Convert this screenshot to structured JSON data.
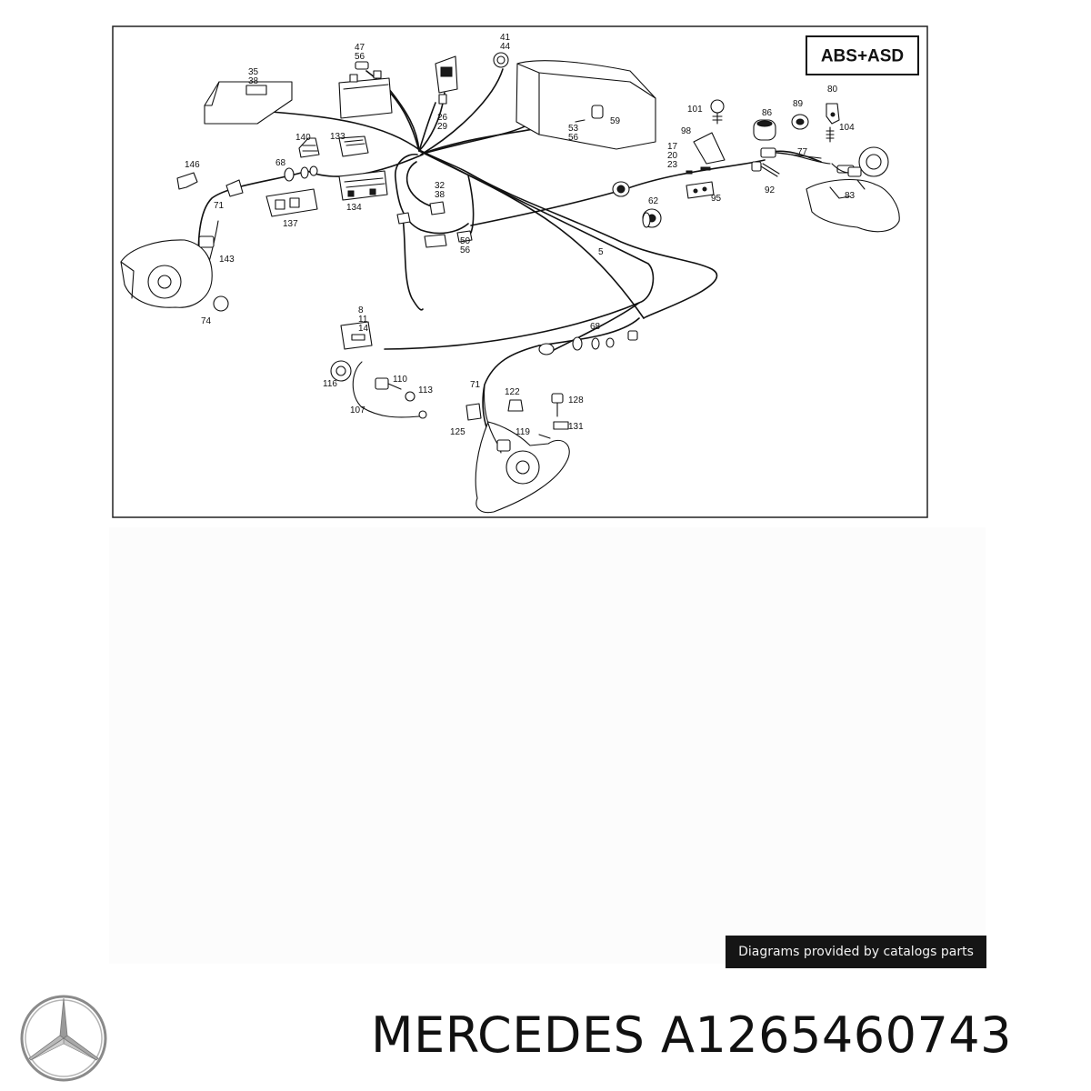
{
  "diagram": {
    "badge": "ABS+ASD",
    "callouts": [
      {
        "id": "35",
        "text": "35"
      },
      {
        "id": "38a",
        "text": "38"
      },
      {
        "id": "47",
        "text": "47"
      },
      {
        "id": "56a",
        "text": "56"
      },
      {
        "id": "41",
        "text": "41"
      },
      {
        "id": "44",
        "text": "44"
      },
      {
        "id": "26",
        "text": "26"
      },
      {
        "id": "29",
        "text": "29"
      },
      {
        "id": "53",
        "text": "53"
      },
      {
        "id": "56b",
        "text": "56"
      },
      {
        "id": "59",
        "text": "59"
      },
      {
        "id": "101",
        "text": "101"
      },
      {
        "id": "86",
        "text": "86"
      },
      {
        "id": "89",
        "text": "89"
      },
      {
        "id": "80",
        "text": "80"
      },
      {
        "id": "104",
        "text": "104"
      },
      {
        "id": "140",
        "text": "140"
      },
      {
        "id": "133",
        "text": "133"
      },
      {
        "id": "146",
        "text": "146"
      },
      {
        "id": "68a",
        "text": "68"
      },
      {
        "id": "98",
        "text": "98"
      },
      {
        "id": "17",
        "text": "17"
      },
      {
        "id": "20",
        "text": "20"
      },
      {
        "id": "23",
        "text": "23"
      },
      {
        "id": "77",
        "text": "77"
      },
      {
        "id": "32",
        "text": "32"
      },
      {
        "id": "38b",
        "text": "38"
      },
      {
        "id": "71a",
        "text": "71"
      },
      {
        "id": "137",
        "text": "137"
      },
      {
        "id": "134",
        "text": "134"
      },
      {
        "id": "62",
        "text": "62"
      },
      {
        "id": "95",
        "text": "95"
      },
      {
        "id": "92",
        "text": "92"
      },
      {
        "id": "83",
        "text": "83"
      },
      {
        "id": "50",
        "text": "50"
      },
      {
        "id": "56c",
        "text": "56"
      },
      {
        "id": "5",
        "text": "5"
      },
      {
        "id": "143",
        "text": "143"
      },
      {
        "id": "74",
        "text": "74"
      },
      {
        "id": "8",
        "text": "8"
      },
      {
        "id": "11",
        "text": "11"
      },
      {
        "id": "14",
        "text": "14"
      },
      {
        "id": "68b",
        "text": "68"
      },
      {
        "id": "116",
        "text": "116"
      },
      {
        "id": "110",
        "text": "110"
      },
      {
        "id": "113",
        "text": "113"
      },
      {
        "id": "107",
        "text": "107"
      },
      {
        "id": "71b",
        "text": "71"
      },
      {
        "id": "122",
        "text": "122"
      },
      {
        "id": "128",
        "text": "128"
      },
      {
        "id": "125",
        "text": "125"
      },
      {
        "id": "131",
        "text": "131"
      },
      {
        "id": "119",
        "text": "119"
      }
    ]
  },
  "caption": "Diagrams provided by catalogs parts",
  "footer": {
    "brand_logo": "mercedes-star-logo",
    "title": "MERCEDES A1265460743"
  }
}
